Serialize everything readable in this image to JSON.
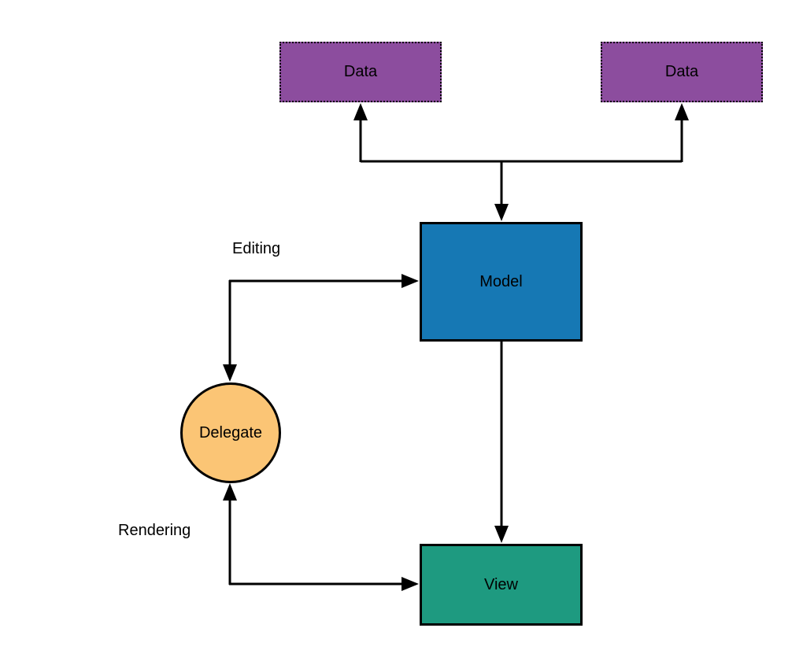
{
  "diagram": {
    "background_color": "#ffffff",
    "line_color": "#000000",
    "text_color": "#000000",
    "nodes": {
      "data_left": {
        "label": "Data",
        "shape": "rectangle",
        "border_style": "dotted",
        "fill": "#8c4d9e"
      },
      "data_right": {
        "label": "Data",
        "shape": "rectangle",
        "border_style": "dotted",
        "fill": "#8c4d9e"
      },
      "model": {
        "label": "Model",
        "shape": "rectangle",
        "border_style": "solid",
        "fill": "#1678b4"
      },
      "view": {
        "label": "View",
        "shape": "rectangle",
        "border_style": "solid",
        "fill": "#1e9a80"
      },
      "delegate": {
        "label": "Delegate",
        "shape": "circle",
        "border_style": "solid",
        "fill": "#fbc575"
      }
    },
    "edge_labels": {
      "editing": "Editing",
      "rendering": "Rendering"
    },
    "edges": [
      "model-to-data-left (arrow up)",
      "model-to-data-right (arrow up)",
      "branch-down-to-model (arrow down)",
      "model-to-view (arrow down)",
      "editing: corner arrows to model (right) and delegate (down)",
      "rendering: corner arrows to delegate (up) and view (right)"
    ]
  }
}
